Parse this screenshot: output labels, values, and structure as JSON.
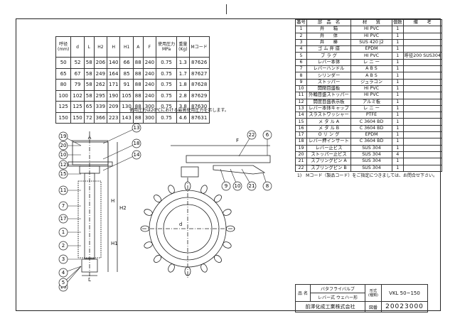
{
  "dims_table": {
    "headers": [
      "呼径\n(mm)",
      "d",
      "L",
      "H2",
      "H",
      "H1",
      "A",
      "F",
      "使用圧力\nMPa",
      "重量\n(Kg)",
      "Mコード"
    ],
    "rows": [
      [
        "50",
        "52",
        "58",
        "206",
        "140",
        "66",
        "88",
        "240",
        "0.75",
        "1.3",
        "87626"
      ],
      [
        "65",
        "67",
        "58",
        "249",
        "164",
        "85",
        "88",
        "240",
        "0.75",
        "1.7",
        "87627"
      ],
      [
        "80",
        "79",
        "58",
        "262",
        "171",
        "91",
        "88",
        "240",
        "0.75",
        "1.8",
        "87628"
      ],
      [
        "100",
        "102",
        "58",
        "295",
        "190",
        "105",
        "88",
        "240",
        "0.75",
        "2.8",
        "87629"
      ],
      [
        "125",
        "125",
        "65",
        "339",
        "209",
        "130",
        "88",
        "300",
        "0.75",
        "3.8",
        "87630"
      ],
      [
        "150",
        "150",
        "72",
        "366",
        "223",
        "143",
        "88",
        "300",
        "0.75",
        "4.6",
        "87631"
      ]
    ],
    "note": "使用圧力は20℃における最高使用圧力を示します。"
  },
  "parts_table": {
    "headers": [
      "番号",
      "部　品　名",
      "材　　質",
      "個数",
      "備　　考"
    ],
    "rows": [
      [
        "1",
        "弁　　箱",
        "HI PVC",
        "1",
        ""
      ],
      [
        "2",
        "弁　　体",
        "HI PVC",
        "1",
        ""
      ],
      [
        "3",
        "弁　　棒",
        "SUS 420 J2",
        "1",
        ""
      ],
      [
        "4",
        "ゴ ム 弁 座",
        "EPDM",
        "1",
        ""
      ],
      [
        "5",
        "プ ラ グ",
        "HI PVC",
        "1",
        "呼径200 SUS304"
      ],
      [
        "6",
        "レバー本体",
        "レ ニ ー",
        "1",
        ""
      ],
      [
        "7",
        "レバーハンドル",
        "A B S",
        "1",
        ""
      ],
      [
        "8",
        "シリンダー",
        "A B S",
        "1",
        ""
      ],
      [
        "9",
        "ストッパー",
        "ジュラコン",
        "1",
        ""
      ],
      [
        "10",
        "開閉目盛板",
        "HI PVC",
        "1",
        ""
      ],
      [
        "11",
        "外輪目盛ストッパー",
        "HI PVC",
        "1",
        ""
      ],
      [
        "12",
        "開度目盛表示板",
        "アルミ板",
        "1",
        ""
      ],
      [
        "13",
        "レバー本体キャップ",
        "レ ニ ー",
        "1",
        ""
      ],
      [
        "14",
        "スラストワッシャー",
        "PTFE",
        "1",
        ""
      ],
      [
        "15",
        "メ タ ル A",
        "C 3604 BD",
        "1",
        ""
      ],
      [
        "16",
        "メ タ ル B",
        "C 3604 BD",
        "1",
        ""
      ],
      [
        "17",
        "O リ ン グ",
        "EPDM",
        "1",
        ""
      ],
      [
        "18",
        "レバー押インサート",
        "C 3604 BD",
        "1",
        ""
      ],
      [
        "19",
        "レバー止ビス",
        "SUS 304",
        "1",
        ""
      ],
      [
        "20",
        "ストッパー止ビス",
        "SUS 304",
        "4",
        ""
      ],
      [
        "21",
        "スプリングピン A",
        "SUS 304",
        "1",
        ""
      ],
      [
        "22",
        "スプリングピン B",
        "SUS 304",
        "1",
        ""
      ]
    ],
    "note": "1)　Mコード（製品コード）をご指定につきましては、お問合せ下さい。"
  },
  "title_block": {
    "name_label": "品 名",
    "name_line1": "バタフライバルブ",
    "name_line2": "レバー式 ウェハー形",
    "model_label": "形式\n(種類)",
    "model_value": "VKL 50~150",
    "company": "前澤化成工業株式会社",
    "drawing_label": "図番",
    "drawing_number": "20023000"
  },
  "drawing_labels": {
    "left_callouts": [
      "19",
      "20",
      "10",
      "12",
      "15",
      "11",
      "7",
      "17",
      "1",
      "2",
      "3",
      "4",
      "16",
      "5"
    ],
    "right_callouts": [
      "13",
      "18",
      "14"
    ],
    "side_callouts": [
      "22",
      "6",
      "9",
      "10",
      "21",
      "8"
    ],
    "dim_A": "A",
    "dim_L": "L",
    "dim_H": "H",
    "dim_H1": "H1",
    "dim_H2": "H2",
    "dim_F": "F",
    "dim_d": "d"
  }
}
